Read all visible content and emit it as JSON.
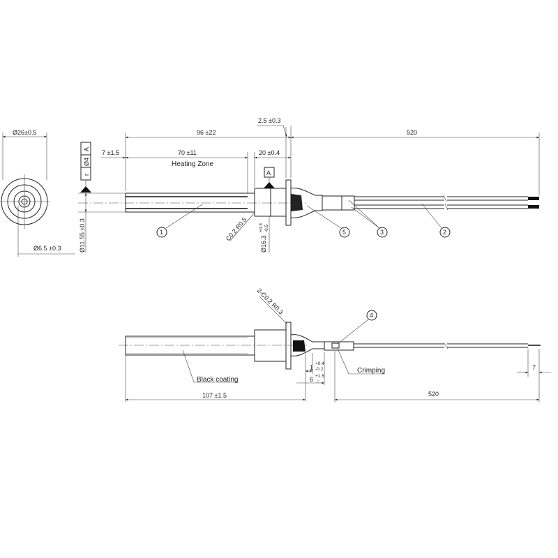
{
  "end_view": {
    "dia_outer": "Ø26±0.5",
    "dia_inner": "Ø6.5 ±0.3"
  },
  "top_view": {
    "len_total": "96 ±22",
    "len_lead": "520",
    "len_flange": "2.5 ±0.3",
    "len_start": "7 ±1.5",
    "len_heating": "70 ±11",
    "heating_zone": "Heating Zone",
    "len_collar": "20 ±0.4",
    "datum": "A",
    "dia_sheath": "Ø11.55 ±0.3",
    "chamfer": "C0.2 R0.5",
    "dia_collar": "Ø16.3",
    "dia_collar_tol_up": "+0.3",
    "dia_collar_tol_dn": "-0.5",
    "fcf_tol": "Ø4",
    "fcf_datum": "A",
    "fcf_symbol": "r",
    "balloons": [
      "1",
      "5",
      "3",
      "2"
    ]
  },
  "bottom_view": {
    "chamfer2": "2-C0.2 R0.3",
    "balloon": "4",
    "black_coating": "Black coating",
    "crimping": "Crimping",
    "len_body": "107 ±1.5",
    "len_lead": "520",
    "len_strip": "7",
    "dim_a_nom": "1",
    "dim_a_up": "+0.4",
    "dim_a_dn": "-0.2",
    "dim_b_nom": "6",
    "dim_b_up": "+1.5",
    "dim_b_dn": "-1"
  }
}
